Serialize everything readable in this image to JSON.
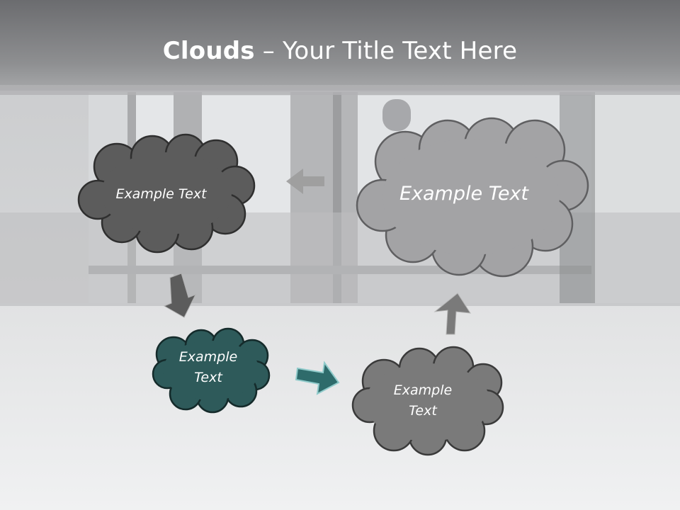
{
  "slide": {
    "title_bold": "Clouds",
    "title_sep": " – ",
    "title_rest": "Your Title Text Here"
  },
  "clouds": [
    {
      "id": "cloud-top-left",
      "label": "Example Text",
      "color": "#5c5c5c"
    },
    {
      "id": "cloud-top-right",
      "label": "Example Text",
      "color": "#a3a3a5"
    },
    {
      "id": "cloud-middle-teal",
      "label_line1": "Example",
      "label_line2": "Text",
      "color": "#2e5a5a"
    },
    {
      "id": "cloud-bottom-right",
      "label_line1": "Example",
      "label_line2": "Text",
      "color": "#7a7a7a"
    }
  ],
  "arrows": [
    {
      "id": "arrow-left",
      "direction": "left",
      "color": "#9c9c9c"
    },
    {
      "id": "arrow-down",
      "direction": "down",
      "color": "#5c5c5c"
    },
    {
      "id": "arrow-right",
      "direction": "right",
      "color": "#2e6b6b"
    },
    {
      "id": "arrow-up",
      "direction": "up",
      "color": "#7a7a7a"
    }
  ]
}
